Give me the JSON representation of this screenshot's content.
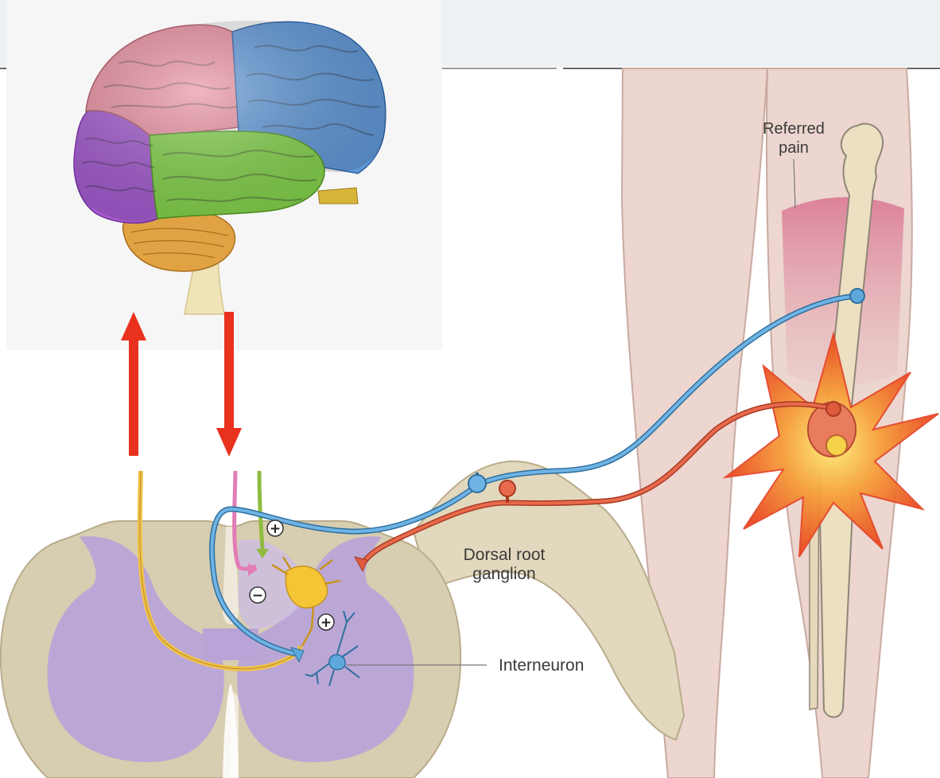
{
  "labels": {
    "referred_pain_line1": "Referred",
    "referred_pain_line2": "pain",
    "dorsal_root_line1": "Dorsal root",
    "dorsal_root_line2": "ganglion",
    "interneuron": "Interneuron"
  },
  "synapse_signs": {
    "excitatory_top": "+",
    "inhibitory": "−",
    "excitatory_lower": "+"
  },
  "colors": {
    "brain_frontal": "#e98fa0",
    "brain_parietal": "#5f97d8",
    "brain_occipital": "#a45bd0",
    "brain_temporal": "#83d24a",
    "brain_cerebellum": "#e1a243",
    "spinal_white_matter": "#d7cdb0",
    "spinal_grey_matter": "#b9a4d8",
    "leg_skin": "#ecd6cf",
    "bone": "#ecdfc2",
    "arrow_red": "#e8321e",
    "neuron_blue": "#5ea9dc",
    "neuron_red": "#e05a3e",
    "neuron_yellow": "#f2c24a",
    "neuron_green": "#8fbc3f",
    "neuron_pink": "#e27cb6"
  }
}
